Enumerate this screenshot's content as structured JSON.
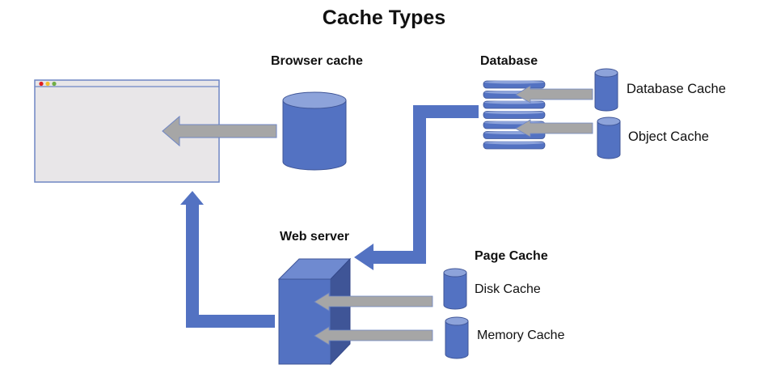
{
  "title": "Cache Types",
  "colors": {
    "blue": "#5372c2",
    "blue_light": "#8da3da",
    "blue_dark": "#3f5597",
    "gray_arrow": "#a6a6a6",
    "browser_bg": "#e8e6e8",
    "dot_red": "#e02020",
    "dot_yellow": "#f2c12e",
    "dot_green": "#70ad47"
  },
  "nodes": {
    "browser_cache": {
      "label": "Browser cache"
    },
    "database": {
      "label": "Database"
    },
    "database_cache": {
      "label": "Database Cache"
    },
    "object_cache": {
      "label": "Object Cache"
    },
    "web_server": {
      "label": "Web server"
    },
    "page_cache": {
      "label": "Page Cache"
    },
    "disk_cache": {
      "label": "Disk Cache"
    },
    "memory_cache": {
      "label": "Memory Cache"
    }
  },
  "edges": [
    {
      "from": "browser_cache",
      "to": "browser",
      "style": "gray"
    },
    {
      "from": "database_cache",
      "to": "database",
      "style": "gray"
    },
    {
      "from": "object_cache",
      "to": "database",
      "style": "gray"
    },
    {
      "from": "database",
      "to": "web_server",
      "style": "blue"
    },
    {
      "from": "disk_cache",
      "to": "web_server",
      "style": "gray"
    },
    {
      "from": "memory_cache",
      "to": "web_server",
      "style": "gray"
    },
    {
      "from": "web_server",
      "to": "browser",
      "style": "blue"
    }
  ]
}
